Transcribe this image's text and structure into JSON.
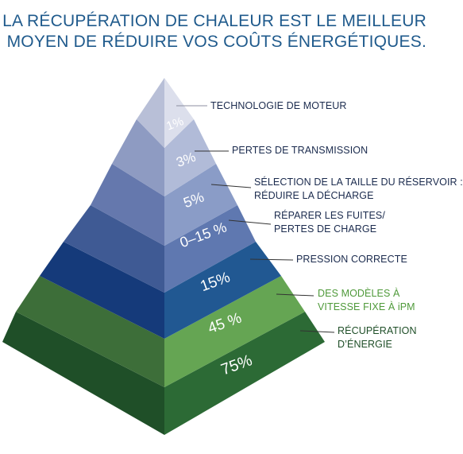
{
  "title": {
    "line1": "LA RÉCUPÉRATION DE CHALEUR EST LE MEILLEUR",
    "line2": "MOYEN DE RÉDUIRE VOS COÛTS ÉNERGÉTIQUES."
  },
  "levels": [
    {
      "percent": "1%",
      "label": [
        "TECHNOLOGIE DE MOTEUR"
      ],
      "colors": {
        "left": "#b8bfd7",
        "right": "#dcdfec",
        "label": "#1b2b4e"
      }
    },
    {
      "percent": "3%",
      "label": [
        "PERTES DE TRANSMISSION"
      ],
      "colors": {
        "left": "#8e9bc2",
        "right": "#b1bbd8",
        "label": "#1b2b4e"
      }
    },
    {
      "percent": "5%",
      "label": [
        "SÉLECTION DE LA TAILLE DU RÉSERVOIR :",
        "RÉDUIRE LA DÉCHARGE"
      ],
      "colors": {
        "left": "#6578ad",
        "right": "#8a9cc7",
        "label": "#1b2b4e"
      }
    },
    {
      "percent": "0–15 %",
      "label": [
        "RÉPARER LES FUITES/",
        "PERTES DE CHARGE"
      ],
      "colors": {
        "left": "#3f5a94",
        "right": "#5f78b0",
        "label": "#1b2b4e"
      }
    },
    {
      "percent": "15%",
      "label": [
        "PRESSION CORRECTE"
      ],
      "colors": {
        "left": "#153a7a",
        "right": "#215892",
        "label": "#1b2b4e"
      }
    },
    {
      "percent": "45 %",
      "label": [
        "DES MODÈLES À",
        "VITESSE FIXE À iPM"
      ],
      "colors": {
        "left": "#3d6e39",
        "right": "#65a553",
        "label": "#4f9a3a"
      }
    },
    {
      "percent": "75%",
      "label": [
        "RÉCUPÉRATION",
        "D’ÉNERGIE"
      ],
      "colors": {
        "left": "#1f4f28",
        "right": "#2c6a35",
        "label": "#1f4f28"
      }
    }
  ],
  "leader_line_color": "#333333",
  "percent_text_color": "#ffffff"
}
